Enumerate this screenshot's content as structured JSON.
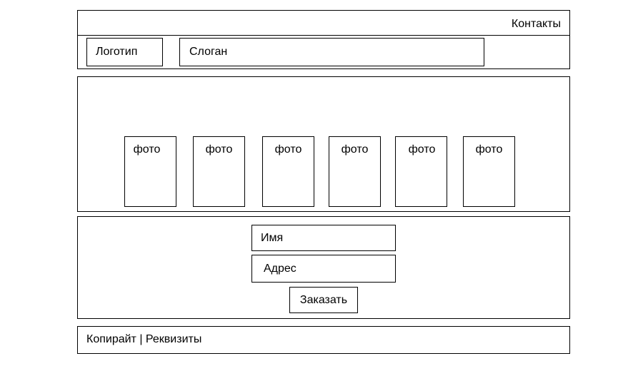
{
  "header": {
    "contacts": "Контакты",
    "logo": "Логотип",
    "slogan": "Слоган"
  },
  "gallery": {
    "photos": [
      "фото",
      "фото",
      "фото",
      "фото",
      "фото",
      "фото"
    ]
  },
  "order_form": {
    "name_field": "Имя",
    "address_field": "Адрес",
    "submit_label": "Заказать"
  },
  "footer": {
    "text": "Копирайт | Реквизиты"
  }
}
